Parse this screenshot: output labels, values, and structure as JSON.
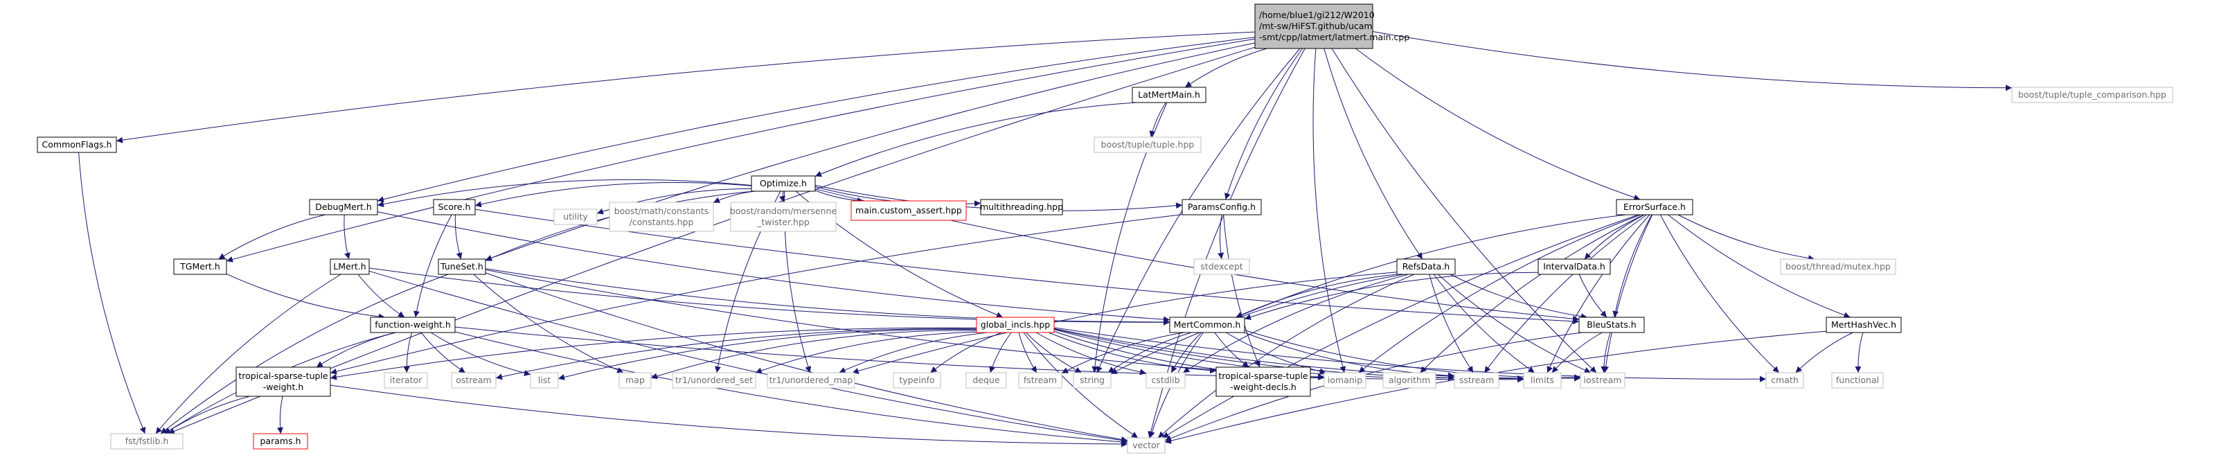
{
  "diagram": {
    "nodes": [
      {
        "id": "root",
        "lines": [
          "/home/blue1/gi212/W2010",
          "/mt-sw/HiFST.github/ucam",
          "-smt/cpp/latmert/latmert.main.cpp"
        ],
        "style": "root"
      },
      {
        "id": "commonflags",
        "lines": [
          "CommonFlags.h"
        ],
        "style": "normal"
      },
      {
        "id": "latmertmain",
        "lines": [
          "LatMertMain.h"
        ],
        "style": "normal"
      },
      {
        "id": "tuplecmp",
        "lines": [
          "boost/tuple/tuple_comparison.hpp"
        ],
        "style": "external"
      },
      {
        "id": "optimize",
        "lines": [
          "Optimize.h"
        ],
        "style": "normal"
      },
      {
        "id": "tuplehpp",
        "lines": [
          "boost/tuple/tuple.hpp"
        ],
        "style": "external"
      },
      {
        "id": "debugmert",
        "lines": [
          "DebugMert.h"
        ],
        "style": "normal"
      },
      {
        "id": "score",
        "lines": [
          "Score.h"
        ],
        "style": "normal"
      },
      {
        "id": "utility",
        "lines": [
          "utility"
        ],
        "style": "external"
      },
      {
        "id": "mathconst",
        "lines": [
          "boost/math/constants",
          "/constants.hpp"
        ],
        "style": "external"
      },
      {
        "id": "mersenne",
        "lines": [
          "boost/random/mersenne",
          "_twister.hpp"
        ],
        "style": "external"
      },
      {
        "id": "mainassert",
        "lines": [
          "main.custom_assert.hpp"
        ],
        "style": "missing"
      },
      {
        "id": "multithreading",
        "lines": [
          "multithreading.hpp"
        ],
        "style": "normal"
      },
      {
        "id": "paramsconfig",
        "lines": [
          "ParamsConfig.h"
        ],
        "style": "normal"
      },
      {
        "id": "errorsurface",
        "lines": [
          "ErrorSurface.h"
        ],
        "style": "normal"
      },
      {
        "id": "tgmert",
        "lines": [
          "TGMert.h"
        ],
        "style": "normal"
      },
      {
        "id": "lmert",
        "lines": [
          "LMert.h"
        ],
        "style": "normal"
      },
      {
        "id": "tuneset",
        "lines": [
          "TuneSet.h"
        ],
        "style": "normal"
      },
      {
        "id": "stdexcept",
        "lines": [
          "stdexcept"
        ],
        "style": "external"
      },
      {
        "id": "refsdata",
        "lines": [
          "RefsData.h"
        ],
        "style": "normal"
      },
      {
        "id": "intervaldata",
        "lines": [
          "IntervalData.h"
        ],
        "style": "normal"
      },
      {
        "id": "threadmutex",
        "lines": [
          "boost/thread/mutex.hpp"
        ],
        "style": "external"
      },
      {
        "id": "functionweight",
        "lines": [
          "function-weight.h"
        ],
        "style": "normal"
      },
      {
        "id": "globalincls",
        "lines": [
          "global_incls.hpp"
        ],
        "style": "missing"
      },
      {
        "id": "mertcommon",
        "lines": [
          "MertCommon.h"
        ],
        "style": "normal"
      },
      {
        "id": "bleustats",
        "lines": [
          "BleuStats.h"
        ],
        "style": "normal"
      },
      {
        "id": "merthashvec",
        "lines": [
          "MertHashVec.h"
        ],
        "style": "normal"
      },
      {
        "id": "tropweight",
        "lines": [
          "tropical-sparse-tuple",
          "-weight.h"
        ],
        "style": "normal"
      },
      {
        "id": "iterator",
        "lines": [
          "iterator"
        ],
        "style": "external"
      },
      {
        "id": "ostream",
        "lines": [
          "ostream"
        ],
        "style": "external"
      },
      {
        "id": "list",
        "lines": [
          "list"
        ],
        "style": "external"
      },
      {
        "id": "map",
        "lines": [
          "map"
        ],
        "style": "external"
      },
      {
        "id": "tr1set",
        "lines": [
          "tr1/unordered_set"
        ],
        "style": "external"
      },
      {
        "id": "tr1map",
        "lines": [
          "tr1/unordered_map"
        ],
        "style": "external"
      },
      {
        "id": "typeinfo",
        "lines": [
          "typeinfo"
        ],
        "style": "external"
      },
      {
        "id": "deque",
        "lines": [
          "deque"
        ],
        "style": "external"
      },
      {
        "id": "fstream",
        "lines": [
          "fstream"
        ],
        "style": "external"
      },
      {
        "id": "string",
        "lines": [
          "string"
        ],
        "style": "external"
      },
      {
        "id": "cstdlib",
        "lines": [
          "cstdlib"
        ],
        "style": "external"
      },
      {
        "id": "tropdecls",
        "lines": [
          "tropical-sparse-tuple",
          "-weight-decls.h"
        ],
        "style": "normal"
      },
      {
        "id": "iomanip",
        "lines": [
          "iomanip"
        ],
        "style": "external"
      },
      {
        "id": "algorithm",
        "lines": [
          "algorithm"
        ],
        "style": "external"
      },
      {
        "id": "sstream",
        "lines": [
          "sstream"
        ],
        "style": "external"
      },
      {
        "id": "limits",
        "lines": [
          "limits"
        ],
        "style": "external"
      },
      {
        "id": "iostream",
        "lines": [
          "iostream"
        ],
        "style": "external"
      },
      {
        "id": "cmath",
        "lines": [
          "cmath"
        ],
        "style": "external"
      },
      {
        "id": "functional",
        "lines": [
          "functional"
        ],
        "style": "external"
      },
      {
        "id": "fstlib",
        "lines": [
          "fst/fstlib.h"
        ],
        "style": "external"
      },
      {
        "id": "params",
        "lines": [
          "params.h"
        ],
        "style": "missing"
      },
      {
        "id": "vector",
        "lines": [
          "vector"
        ],
        "style": "external"
      }
    ],
    "edges": [
      [
        "root",
        "commonflags"
      ],
      [
        "root",
        "latmertmain"
      ],
      [
        "root",
        "tuplecmp"
      ],
      [
        "root",
        "fstlib"
      ],
      [
        "root",
        "tgmert"
      ],
      [
        "root",
        "debugmert"
      ],
      [
        "root",
        "tuneset"
      ],
      [
        "root",
        "paramsconfig"
      ],
      [
        "root",
        "string"
      ],
      [
        "root",
        "iomanip"
      ],
      [
        "root",
        "refsdata"
      ],
      [
        "root",
        "errorsurface"
      ],
      [
        "root",
        "iostream"
      ],
      [
        "root",
        "vector"
      ],
      [
        "commonflags",
        "fstlib"
      ],
      [
        "latmertmain",
        "optimize"
      ],
      [
        "latmertmain",
        "tuplehpp"
      ],
      [
        "latmertmain",
        "string"
      ],
      [
        "optimize",
        "debugmert"
      ],
      [
        "optimize",
        "score"
      ],
      [
        "optimize",
        "utility"
      ],
      [
        "optimize",
        "mathconst"
      ],
      [
        "optimize",
        "mersenne"
      ],
      [
        "optimize",
        "mainassert"
      ],
      [
        "optimize",
        "multithreading"
      ],
      [
        "optimize",
        "paramsconfig"
      ],
      [
        "optimize",
        "bleustats"
      ],
      [
        "optimize",
        "globalincls"
      ],
      [
        "optimize",
        "tr1map"
      ],
      [
        "optimize",
        "tr1set"
      ],
      [
        "optimize",
        "tuneset"
      ],
      [
        "debugmert",
        "tgmert"
      ],
      [
        "debugmert",
        "lmert"
      ],
      [
        "debugmert",
        "mertcommon"
      ],
      [
        "score",
        "tuneset"
      ],
      [
        "score",
        "functionweight"
      ],
      [
        "score",
        "bleustats"
      ],
      [
        "paramsconfig",
        "stdexcept"
      ],
      [
        "paramsconfig",
        "tropweight"
      ],
      [
        "paramsconfig",
        "tropdecls"
      ],
      [
        "tgmert",
        "functionweight"
      ],
      [
        "lmert",
        "functionweight"
      ],
      [
        "lmert",
        "mertcommon"
      ],
      [
        "lmert",
        "fstlib"
      ],
      [
        "lmert",
        "vector"
      ],
      [
        "tuneset",
        "fstlib"
      ],
      [
        "tuneset",
        "mertcommon"
      ],
      [
        "tuneset",
        "map"
      ],
      [
        "tuneset",
        "vector"
      ],
      [
        "tuneset",
        "iomanip"
      ],
      [
        "errorsurface",
        "mertcommon"
      ],
      [
        "errorsurface",
        "intervaldata"
      ],
      [
        "errorsurface",
        "bleustats"
      ],
      [
        "errorsurface",
        "threadmutex"
      ],
      [
        "errorsurface",
        "merthashvec"
      ],
      [
        "errorsurface",
        "iomanip"
      ],
      [
        "errorsurface",
        "sstream"
      ],
      [
        "errorsurface",
        "limits"
      ],
      [
        "errorsurface",
        "iostream"
      ],
      [
        "errorsurface",
        "cmath"
      ],
      [
        "errorsurface",
        "vector"
      ],
      [
        "errorsurface",
        "algorithm"
      ],
      [
        "intervaldata",
        "bleustats"
      ],
      [
        "intervaldata",
        "mertcommon"
      ],
      [
        "refsdata",
        "mertcommon"
      ],
      [
        "refsdata",
        "bleustats"
      ],
      [
        "refsdata",
        "tr1map"
      ],
      [
        "refsdata",
        "string"
      ],
      [
        "refsdata",
        "cstdlib"
      ],
      [
        "refsdata",
        "sstream"
      ],
      [
        "refsdata",
        "limits"
      ],
      [
        "refsdata",
        "iostream"
      ],
      [
        "refsdata",
        "vector"
      ],
      [
        "functionweight",
        "tropweight"
      ],
      [
        "functionweight",
        "iterator"
      ],
      [
        "functionweight",
        "ostream"
      ],
      [
        "functionweight",
        "list"
      ],
      [
        "functionweight",
        "fstlib"
      ],
      [
        "functionweight",
        "vector"
      ],
      [
        "functionweight",
        "limits"
      ],
      [
        "globalincls",
        "tropweight"
      ],
      [
        "globalincls",
        "ostream"
      ],
      [
        "globalincls",
        "list"
      ],
      [
        "globalincls",
        "map"
      ],
      [
        "globalincls",
        "tr1set"
      ],
      [
        "globalincls",
        "tr1map"
      ],
      [
        "globalincls",
        "typeinfo"
      ],
      [
        "globalincls",
        "deque"
      ],
      [
        "globalincls",
        "fstream"
      ],
      [
        "globalincls",
        "string"
      ],
      [
        "globalincls",
        "cstdlib"
      ],
      [
        "globalincls",
        "vector"
      ],
      [
        "globalincls",
        "tropdecls"
      ],
      [
        "globalincls",
        "iomanip"
      ],
      [
        "globalincls",
        "sstream"
      ],
      [
        "globalincls",
        "limits"
      ],
      [
        "globalincls",
        "iostream"
      ],
      [
        "globalincls",
        "cmath"
      ],
      [
        "mertcommon",
        "fstream"
      ],
      [
        "mertcommon",
        "string"
      ],
      [
        "mertcommon",
        "cstdlib"
      ],
      [
        "mertcommon",
        "tropdecls"
      ],
      [
        "mertcommon",
        "iomanip"
      ],
      [
        "mertcommon",
        "sstream"
      ],
      [
        "mertcommon",
        "iostream"
      ],
      [
        "mertcommon",
        "vector"
      ],
      [
        "bleustats",
        "limits"
      ],
      [
        "bleustats",
        "iostream"
      ],
      [
        "bleustats",
        "vector"
      ],
      [
        "merthashvec",
        "cmath"
      ],
      [
        "merthashvec",
        "functional"
      ],
      [
        "merthashvec",
        "vector"
      ],
      [
        "tropweight",
        "fstlib"
      ],
      [
        "tropweight",
        "params"
      ],
      [
        "tropweight",
        "vector"
      ]
    ],
    "colors": {
      "edge": "#191970",
      "normal_border": "#000000",
      "external_border": "#bfbfbf",
      "missing_border": "#ff0000",
      "root_fill": "#bfbfbf",
      "node_fill": "#ffffff"
    }
  }
}
